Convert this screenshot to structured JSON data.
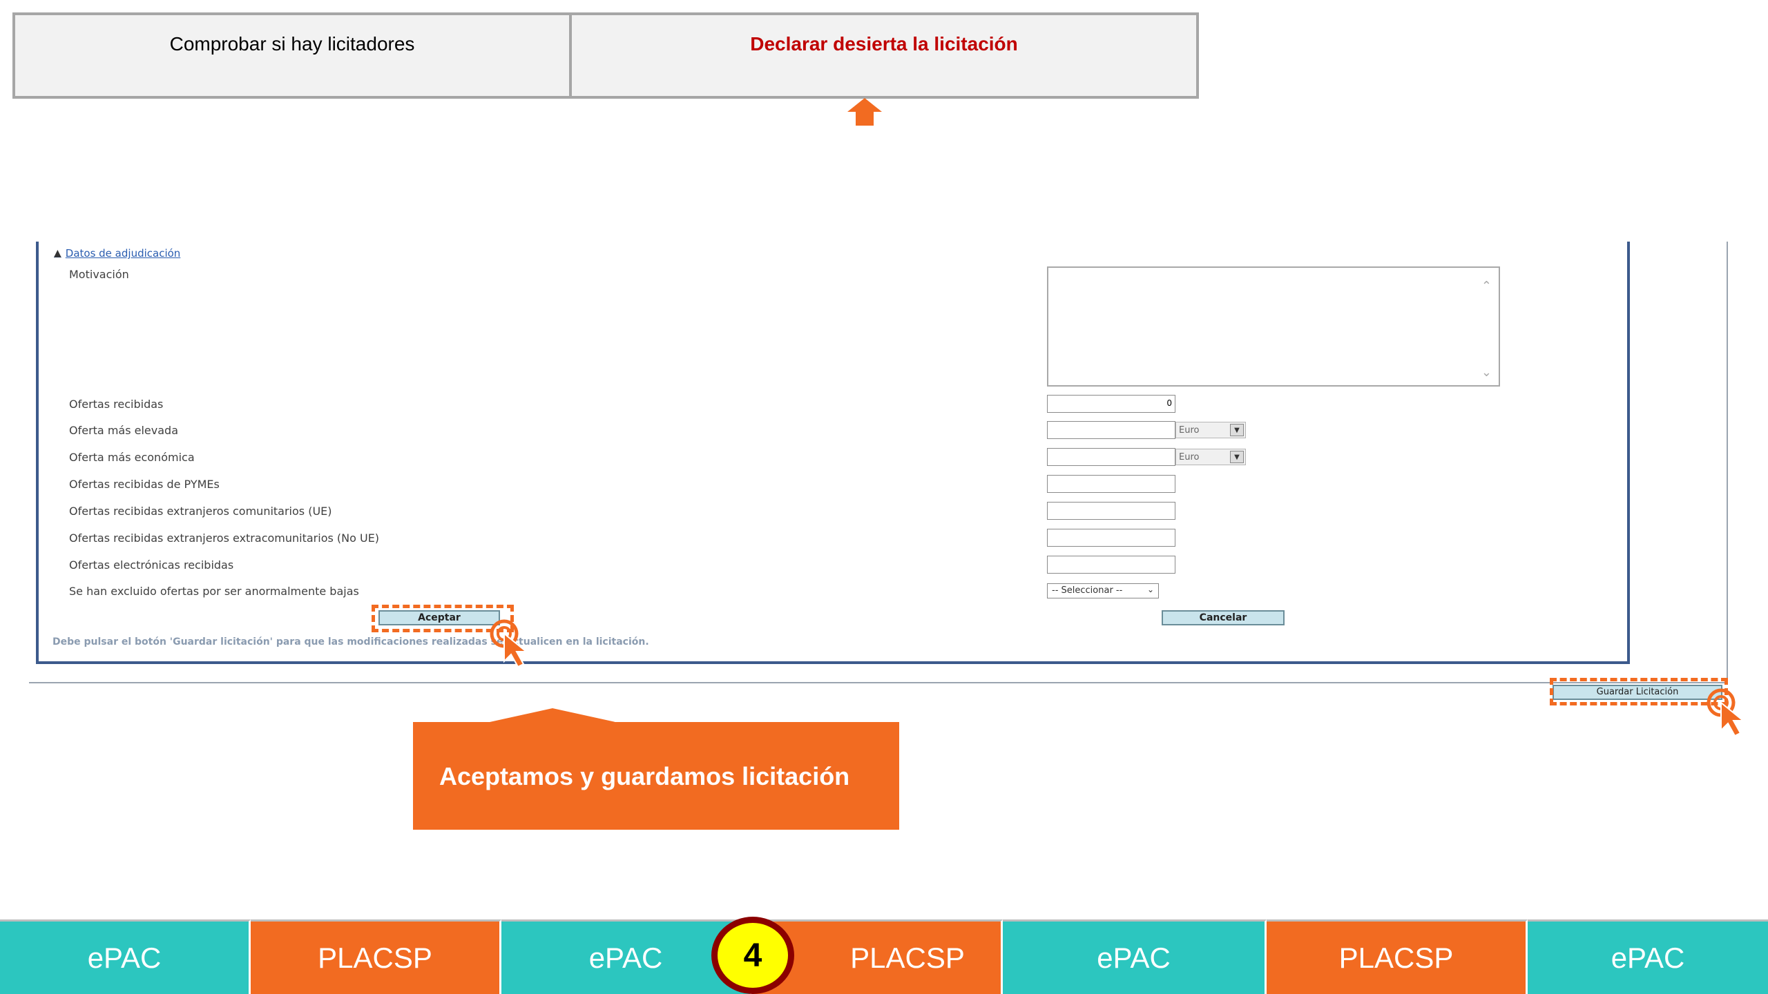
{
  "header_tabs": {
    "check_bidders": "Comprobar si hay licitadores",
    "declare_void": "Declarar desierta la licitación"
  },
  "form": {
    "section_link": "Datos de adjudicación",
    "labels": {
      "motivacion": "Motivación",
      "ofertas_recibidas": "Ofertas recibidas",
      "oferta_mas_elevada": "Oferta más elevada",
      "oferta_mas_economica": "Oferta más económica",
      "ofertas_pymes": "Ofertas recibidas de PYMEs",
      "ofertas_ue": "Ofertas recibidas extranjeros comunitarios (UE)",
      "ofertas_no_ue": "Ofertas recibidas extranjeros extracomunitarios (No UE)",
      "ofertas_electronicas": "Ofertas electrónicas recibidas",
      "excluido_bajas": "Se han excluido ofertas por ser anormalmente bajas"
    },
    "values": {
      "ofertas_recibidas": "0",
      "currency": "Euro",
      "excluido_select": "-- Seleccionar --"
    },
    "buttons": {
      "aceptar": "Aceptar",
      "cancelar": "Cancelar",
      "guardar": "Guardar Licitación"
    },
    "hint": "Debe pulsar el botón 'Guardar licitación' para que las modificaciones realizadas se actualicen en la licitación."
  },
  "callout": "Aceptamos y guardamos licitación",
  "bottom_bar": {
    "segments": [
      "ePAC",
      "PLACSP",
      "ePAC",
      "PLACSP",
      "ePAC",
      "PLACSP",
      "ePAC"
    ],
    "step": "4"
  },
  "colors": {
    "accent_orange": "#f26b21",
    "teal": "#2cc6bf",
    "declare_red": "#c00000",
    "badge_yellow": "#ffff00",
    "badge_border": "#8b0000"
  }
}
